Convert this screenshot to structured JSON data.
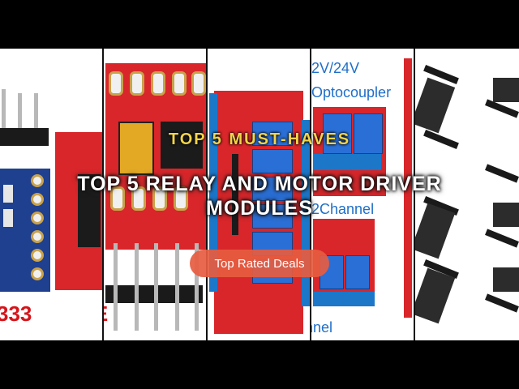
{
  "overlay": {
    "subtitle": "TOP 5 MUST-HAVES",
    "title": "TOP 5 RELAY AND MOTOR DRIVER MODULES",
    "cta_label": "Top Rated Deals"
  },
  "panels": {
    "panel1_label": "333",
    "panel2_label": "TE",
    "panel4_line1": "2V/24V",
    "panel4_line2": "Optocoupler",
    "panel4_line3": "2Channel",
    "panel4_line4": "nnel"
  },
  "colors": {
    "pcb_red": "#d8262a",
    "pcb_blue": "#1f3f8f",
    "relay_blue": "#2a6fd6",
    "subtitle_yellow": "#f2d44a",
    "cta_orange": "#e65c40"
  }
}
